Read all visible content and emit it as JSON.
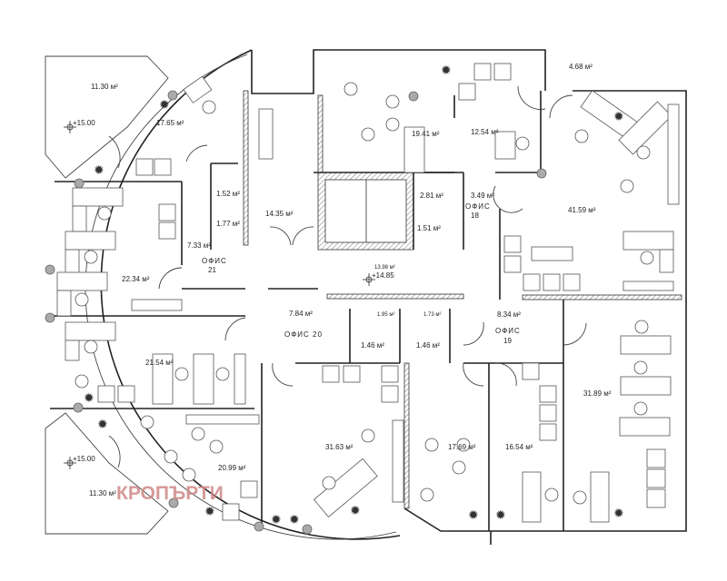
{
  "title": "Office floor plan",
  "watermark": "КРОПЪРТИ",
  "levels": {
    "balcony_top": "+15.00",
    "balcony_bottom": "+15.00",
    "corridor": "+14.85"
  },
  "offices": {
    "o18": "ОФИС",
    "o18n": "18",
    "o19": "ОФИС",
    "o19n": "19",
    "o20": "ОФИС  20",
    "o21": "ОФИС",
    "o21n": "21"
  },
  "areas": {
    "balcony_top": "11.30 м²",
    "a1765": "17.65 м²",
    "a152": "1.52 м²",
    "a177": "1.77 м²",
    "a733": "7.33 м²",
    "a1435": "14.35 м²",
    "a2234": "22.34 м²",
    "a784": "7.84 м²",
    "a2154": "21.54 м²",
    "a2099": "20.99 м²",
    "balcony_bottom": "11.30 м²",
    "a3163": "31.63 м²",
    "a1941": "19.41 м²",
    "a1254": "12.54 м²",
    "a468": "4.68 м²",
    "a4159": "41.59 м²",
    "a281": "2.81 м²",
    "a349": "3.49 м²",
    "a151": "1.51 м²",
    "a1398": "13.98 м²",
    "a195": "1.95 м²",
    "a173": "1.73 м²",
    "a146a": "1.46 м²",
    "a146b": "1.46 м²",
    "a834": "8.34 м²",
    "a1769": "17.69 м²",
    "a1654": "16.54 м²",
    "a3189": "31.89 м²"
  }
}
